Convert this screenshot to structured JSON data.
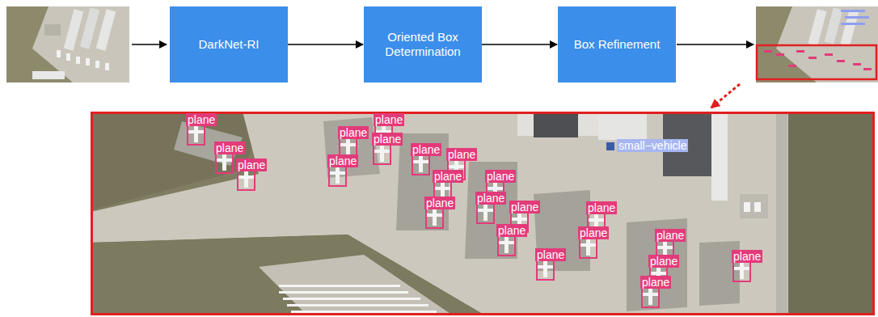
{
  "diagram": {
    "nodes": [
      {
        "text": [
          "DarkNet-RI"
        ]
      },
      {
        "text": [
          "Oriented Box Determination"
        ]
      },
      {
        "text": [
          "Box Refinement"
        ]
      }
    ],
    "edges": [
      {
        "from": 0,
        "to": 1,
        "arrow": "to"
      },
      {
        "from": 1,
        "to": 2,
        "arrow": "to"
      }
    ],
    "labels": [
      "plane",
      "plane",
      "plane",
      "plane",
      "plane",
      "plane",
      "plane",
      "plane",
      "plane",
      "plane",
      "plane",
      "plane",
      "plane",
      "plane",
      "plane",
      "plane",
      "plane",
      "plane",
      "plane",
      "plane",
      "plane",
      "plane",
      "small−vehicle"
    ]
  }
}
